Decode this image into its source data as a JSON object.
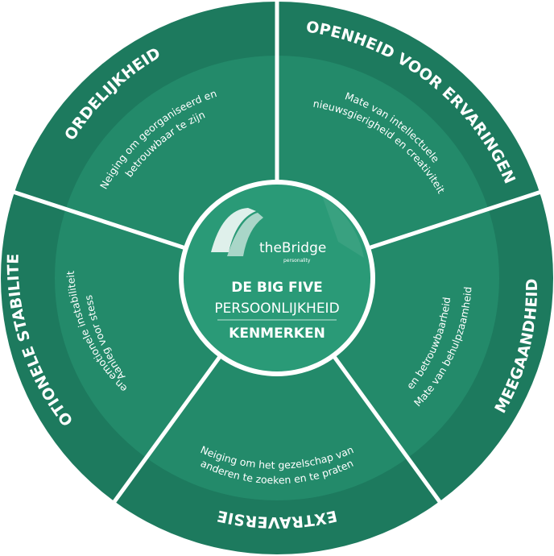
{
  "colors": {
    "outer_ring": "#1d7a5e",
    "inner_ring": "#238a6a",
    "center": "#2a9a77",
    "center_border": "#ffffff",
    "divider": "#ffffff"
  },
  "center": {
    "logo_icon": "bridge-arch-icon",
    "logo_name": "theBridge",
    "logo_sub": "personality",
    "title_line1": "DE BIG FIVE",
    "title_line2": "PERSOONLIJKHEID",
    "title_line3": "KENMERKEN"
  },
  "segments": [
    {
      "key": "ordelijkheid",
      "title": "ORDELIJKHEID",
      "description": [
        "Neiging om georganiseerd en",
        "betrouwbaar te zijn"
      ]
    },
    {
      "key": "openheid",
      "title": "OPENHEID VOOR ERVARINGEN",
      "description": [
        "Mate van intellectuele",
        "nieuwsgierigheid en creativiteit"
      ]
    },
    {
      "key": "meegaandheid",
      "title": "MEEGAANDHEID",
      "description": [
        "Mate van behulpzaamheid",
        "en betrouwbaarheid"
      ]
    },
    {
      "key": "extraversie",
      "title": "EXTRAVERSIE",
      "description": [
        "Neiging om het gezelschap van",
        "anderen te zoeken en te praten"
      ]
    },
    {
      "key": "emotionele-stabiliteit",
      "title": "EMOTIONELE STABILITEIT",
      "description": [
        "Aanleg voor stess",
        "en emotionele instabiliteit"
      ]
    }
  ]
}
